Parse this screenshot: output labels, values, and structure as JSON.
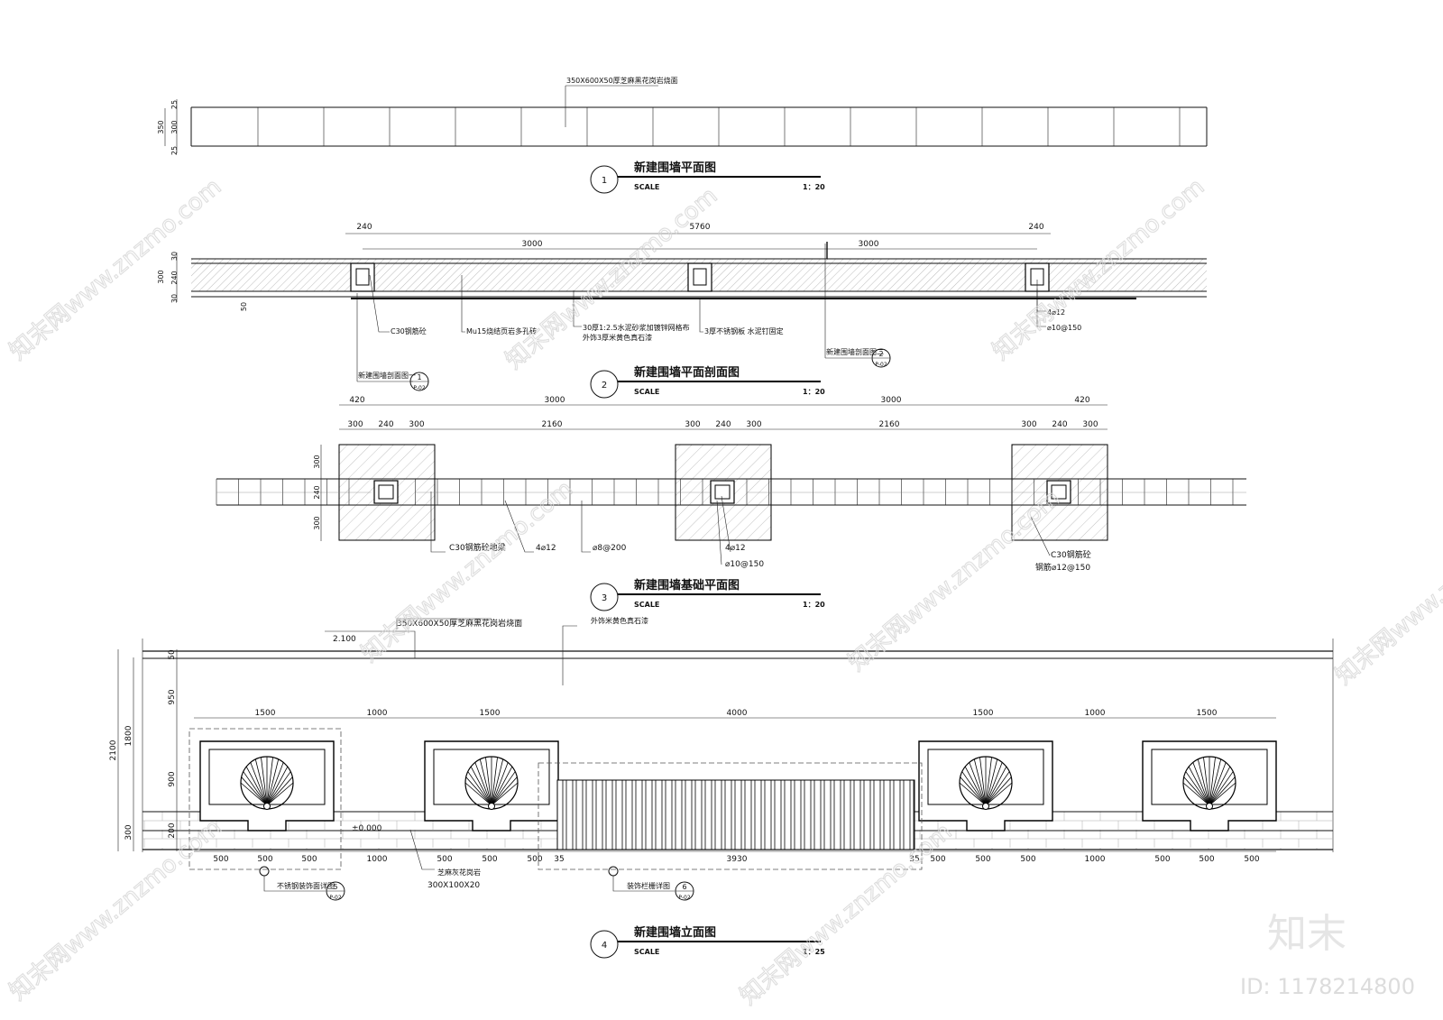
{
  "drawing_1": {
    "number": "1",
    "title": "新建围墙平面图",
    "scale_word": "SCALE",
    "scale": "1：20",
    "note": "350X600X50厚芝麻黑花岗岩烧面",
    "dims_v": [
      "25",
      "300",
      "25",
      "350"
    ]
  },
  "drawing_2": {
    "number": "2",
    "title": "新建围墙平面剖面图",
    "scale_word": "SCALE",
    "scale": "1：20",
    "dims_top": [
      "240",
      "5760",
      "240"
    ],
    "dims_mid": [
      "3000",
      "3000"
    ],
    "dims_v": [
      "30",
      "240",
      "30",
      "300"
    ],
    "dim_50": "50",
    "callouts": [
      "C30钢筋砼",
      "Mu15烧结页岩多孔砖",
      "30厚1:2.5水泥砂浆加镀锌网格布",
      "外饰3厚米黄色真石漆",
      "3厚不锈钢板 水泥钉固定",
      "4⌀12",
      "⌀10@150"
    ],
    "section_1": "新建围墙剖面图一",
    "section_2": "新建围墙剖面图二",
    "sec_num_1": "1",
    "sec_num_2": "2",
    "sec_ref": "P-02"
  },
  "drawing_3": {
    "number": "3",
    "title": "新建围墙基础平面图",
    "scale_word": "SCALE",
    "scale": "1：20",
    "dims_top": [
      "420",
      "3000",
      "3000",
      "420"
    ],
    "dims_mid": [
      "300",
      "240",
      "300",
      "2160",
      "300",
      "240",
      "300",
      "2160",
      "300",
      "240",
      "300"
    ],
    "dims_v": [
      "300",
      "240",
      "300"
    ],
    "callouts": [
      "C30钢筋砼地梁",
      "4⌀12",
      "⌀8@200",
      "4⌀12",
      "⌀10@150",
      "C30钢筋砼",
      "钢筋⌀12@150"
    ]
  },
  "drawing_4": {
    "number": "4",
    "title": "新建围墙立面图",
    "scale_word": "SCALE",
    "scale": "1：25",
    "note_top": "350X600X50厚芝麻黑花岗岩烧面",
    "note_paint": "外饰米黄色真石漆",
    "level_top": "2.100",
    "level_ground": "±0.000",
    "dims_top": [
      "1500",
      "1000",
      "1500",
      "4000",
      "1500",
      "1000",
      "1500"
    ],
    "dims_bottom": [
      "500",
      "500",
      "500",
      "1000",
      "500",
      "500",
      "500",
      "35",
      "3930",
      "35",
      "500",
      "500",
      "500",
      "1000",
      "500",
      "500",
      "500"
    ],
    "dims_v_left": [
      "2100",
      "1800",
      "300"
    ],
    "dims_v_right": [
      "50",
      "950",
      "900",
      "200"
    ],
    "callout_granite": "芝麻灰花岗岩",
    "callout_granite_size": "300X100X20",
    "detail_5": "不锈钢装饰面详图",
    "detail_6": "装饰栏栅详图",
    "det_num_5": "5",
    "det_num_6": "6",
    "det_ref": "P-02"
  },
  "watermark": {
    "logo": "知末",
    "id": "ID: 1178214800",
    "site": "知末网www.znzmo.com"
  }
}
